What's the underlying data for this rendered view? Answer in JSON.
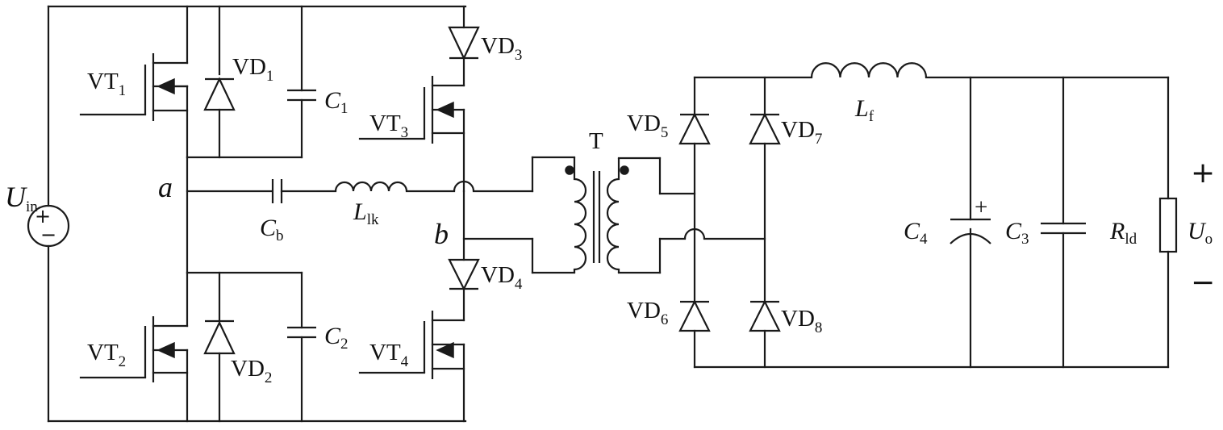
{
  "labels": {
    "vt1": {
      "main": "VT",
      "sub": "1"
    },
    "vt2": {
      "main": "VT",
      "sub": "2"
    },
    "vt3": {
      "main": "VT",
      "sub": "3"
    },
    "vt4": {
      "main": "VT",
      "sub": "4"
    },
    "vd1": {
      "main": "VD",
      "sub": "1"
    },
    "vd2": {
      "main": "VD",
      "sub": "2"
    },
    "vd3": {
      "main": "VD",
      "sub": "3"
    },
    "vd4": {
      "main": "VD",
      "sub": "4"
    },
    "vd5": {
      "main": "VD",
      "sub": "5"
    },
    "vd6": {
      "main": "VD",
      "sub": "6"
    },
    "vd7": {
      "main": "VD",
      "sub": "7"
    },
    "vd8": {
      "main": "VD",
      "sub": "8"
    },
    "c1": {
      "main": "C",
      "sub": "1"
    },
    "c2": {
      "main": "C",
      "sub": "2"
    },
    "c3": {
      "main": "C",
      "sub": "3"
    },
    "c4": {
      "main": "C",
      "sub": "4"
    },
    "cb": {
      "main": "C",
      "sub": "b"
    },
    "llk": {
      "main": "L",
      "sub": "lk"
    },
    "lf": {
      "main": "L",
      "sub": "f"
    },
    "rld": {
      "main": "R",
      "sub": "ld"
    },
    "uin": {
      "main": "U",
      "sub": "in"
    },
    "uo": {
      "main": "U",
      "sub": "o"
    },
    "node_a": "a",
    "node_b": "b",
    "transformer": "T",
    "out_plus": "+",
    "out_minus": "−",
    "cap_plus": "+",
    "src_plus": "+",
    "src_minus": "−"
  }
}
